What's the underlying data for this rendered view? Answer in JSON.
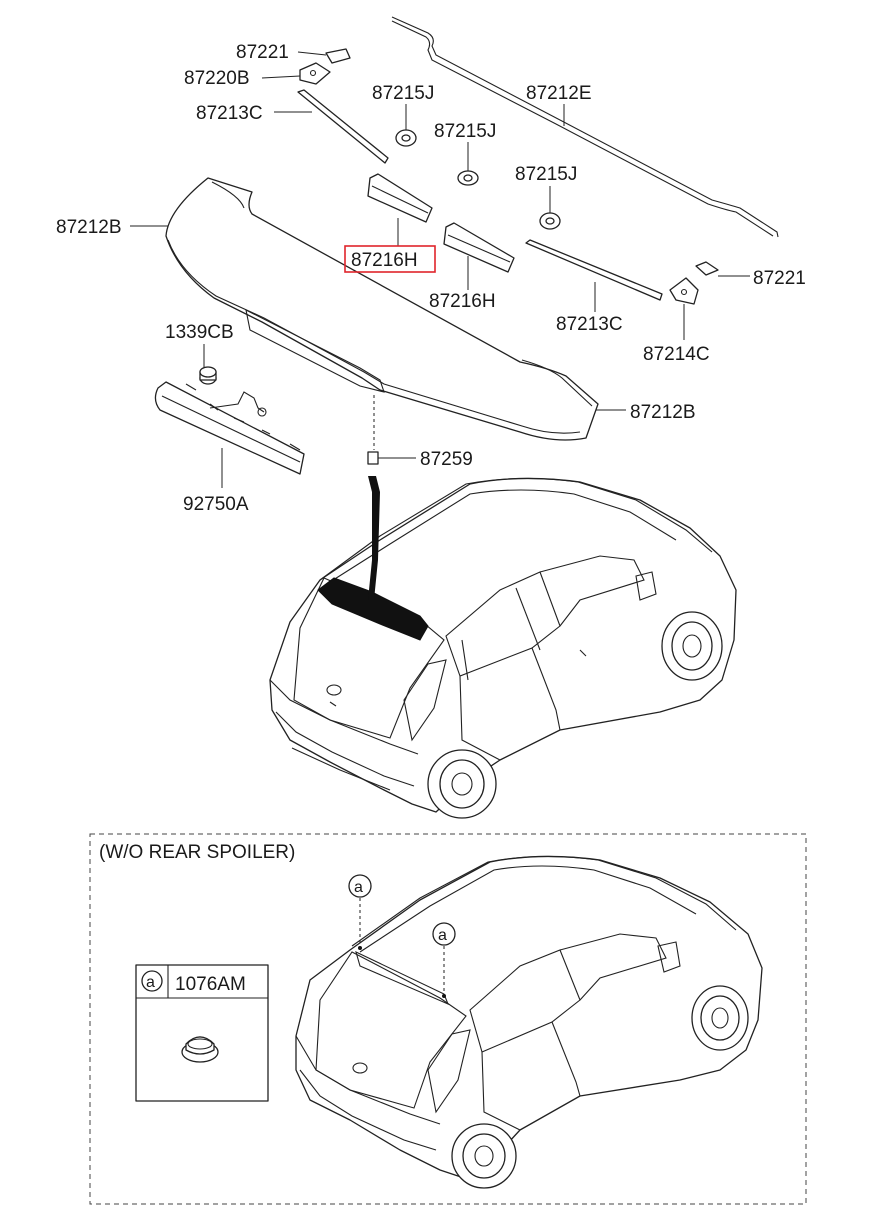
{
  "callouts": {
    "c87221_top": "87221",
    "c87220B": "87220B",
    "c87213C_top": "87213C",
    "c87215J_1": "87215J",
    "c87215J_2": "87215J",
    "c87215J_3": "87215J",
    "c87212E": "87212E",
    "c87212B_left": "87212B",
    "c87216H_highlight": "87216H",
    "c87216H": "87216H",
    "c87221_right": "87221",
    "c87213C_right": "87213C",
    "c87214C": "87214C",
    "c1339CB": "1339CB",
    "c87212B_right": "87212B",
    "c87259": "87259",
    "c92750A": "92750A"
  },
  "highlight_color": "#e0242b",
  "inset": {
    "title": "(W/O REAR SPOILER)",
    "marker": "a",
    "part_box": {
      "marker": "a",
      "part_no": "1076AM"
    }
  }
}
